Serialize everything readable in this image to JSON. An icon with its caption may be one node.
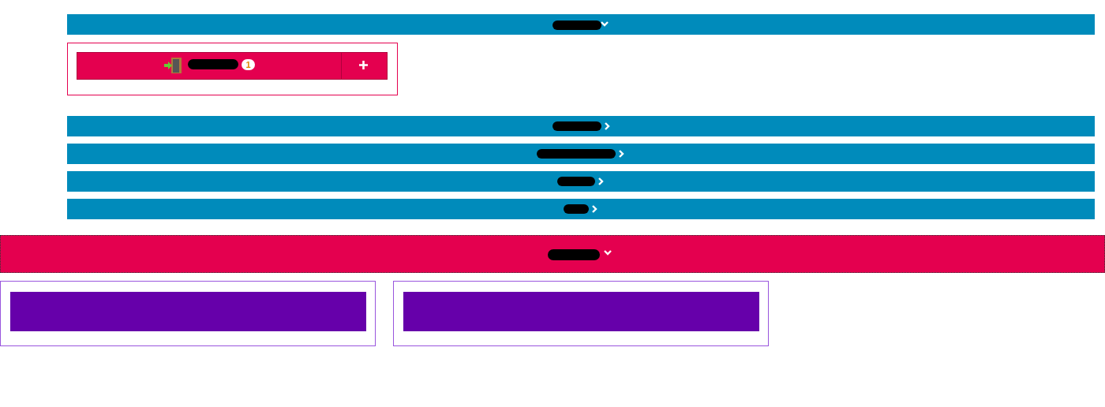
{
  "diagram": {
    "nodes": [
      {
        "text": [],
        "shape": "box"
      },
      {
        "text": [],
        "shape": "bar",
        "in": 0
      },
      {
        "text": [],
        "shape": "box"
      },
      {
        "text": [],
        "shape": "bar",
        "in": 2
      }
    ],
    "labels": [
      "1"
    ]
  }
}
